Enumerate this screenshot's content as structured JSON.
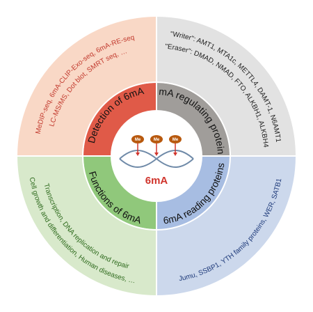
{
  "colors": {
    "outer_tl": "#f9d8c6",
    "outer_tr": "#e2e2e2",
    "outer_bl": "#d8e9cb",
    "outer_br": "#ccd8ec",
    "inner_tl": "#e05a48",
    "inner_tr": "#a09d9a",
    "inner_bl": "#90c87b",
    "inner_br": "#a7bde2",
    "center": "#ffffff",
    "methyl": "#b8590e",
    "helix": "#6f8aa8",
    "accent_red": "#d0342c"
  },
  "quadrants": {
    "detection": {
      "title": "Detection of 6mA",
      "lines": [
        "MeDIP-seq, 6mA-CLIP-Exo-seq, 6mA-RE-seq",
        "LC-MS/MS, Dot blot, SMRT seq, …"
      ]
    },
    "regulating": {
      "title": "6mA regulating proteins",
      "lines": [
        "\"Writer\": AMT1, MTA1c, METTL4, DAMT-1, N6AMT1",
        "\"Eraser\": DMAD, NMAD, FTO, ALKBH1, ALKBH4"
      ]
    },
    "functions": {
      "title": "Functions of 6mA",
      "lines": [
        "Transcription, DNA replication and repair",
        "Cell growth and differentiation, Human diseases, …"
      ]
    },
    "reading": {
      "title": "6mA reading proteins",
      "lines": [
        "Jumu, SSBP1, YTH family proteins, WER, SATB1"
      ]
    }
  },
  "center": {
    "label": "6mA",
    "methyl_mark": "Me",
    "methyl_count": 3
  }
}
